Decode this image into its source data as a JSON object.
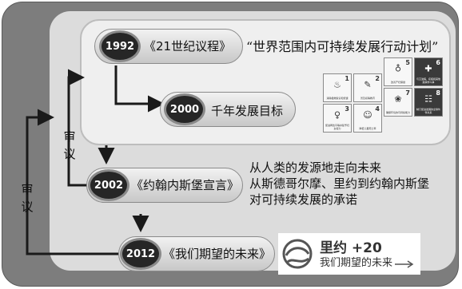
{
  "milestones": [
    {
      "year": "1992",
      "title": "《21世纪议程》",
      "quote": "“世界范围内可持续发展行动计划”"
    },
    {
      "year": "2000",
      "title": "千年发展目标"
    },
    {
      "year": "2002",
      "title": "《约翰内斯堡宣言》",
      "notes": [
        "从人类的发源地走向未来",
        "从斯德哥尔摩、里约到约翰内斯堡",
        "对可持续发展的承诺"
      ]
    },
    {
      "year": "2012",
      "title": "《我们期望的未来》"
    }
  ],
  "review_labels": {
    "inner": [
      "审",
      "议"
    ],
    "outer": [
      "审",
      "议"
    ]
  },
  "mdg_icons": [
    {
      "num": "1",
      "caption": "消除极端贫穷和饥饿",
      "icon": "bowl-icon"
    },
    {
      "num": "2",
      "caption": "普及初等教育",
      "icon": "pencil-icon"
    },
    {
      "num": "3",
      "caption": "促进两性平等并赋予妇女权力",
      "icon": "female-symbol-icon"
    },
    {
      "num": "4",
      "caption": "降低儿童死亡率",
      "icon": "child-icon"
    },
    {
      "num": "5",
      "caption": "改善产妇保健",
      "icon": "mother-icon"
    },
    {
      "num": "6",
      "caption": "与艾滋病、疟疾和其他疾病作斗争",
      "icon": "medical-kit-icon"
    },
    {
      "num": "7",
      "caption": "确保环境的可持续能力",
      "icon": "flower-icon"
    },
    {
      "num": "8",
      "caption": "制订促进发展的全球伙伴关系",
      "icon": "people-icon"
    }
  ],
  "rio": {
    "title": "里约 +20",
    "subtitle": "我们期望的未来"
  }
}
